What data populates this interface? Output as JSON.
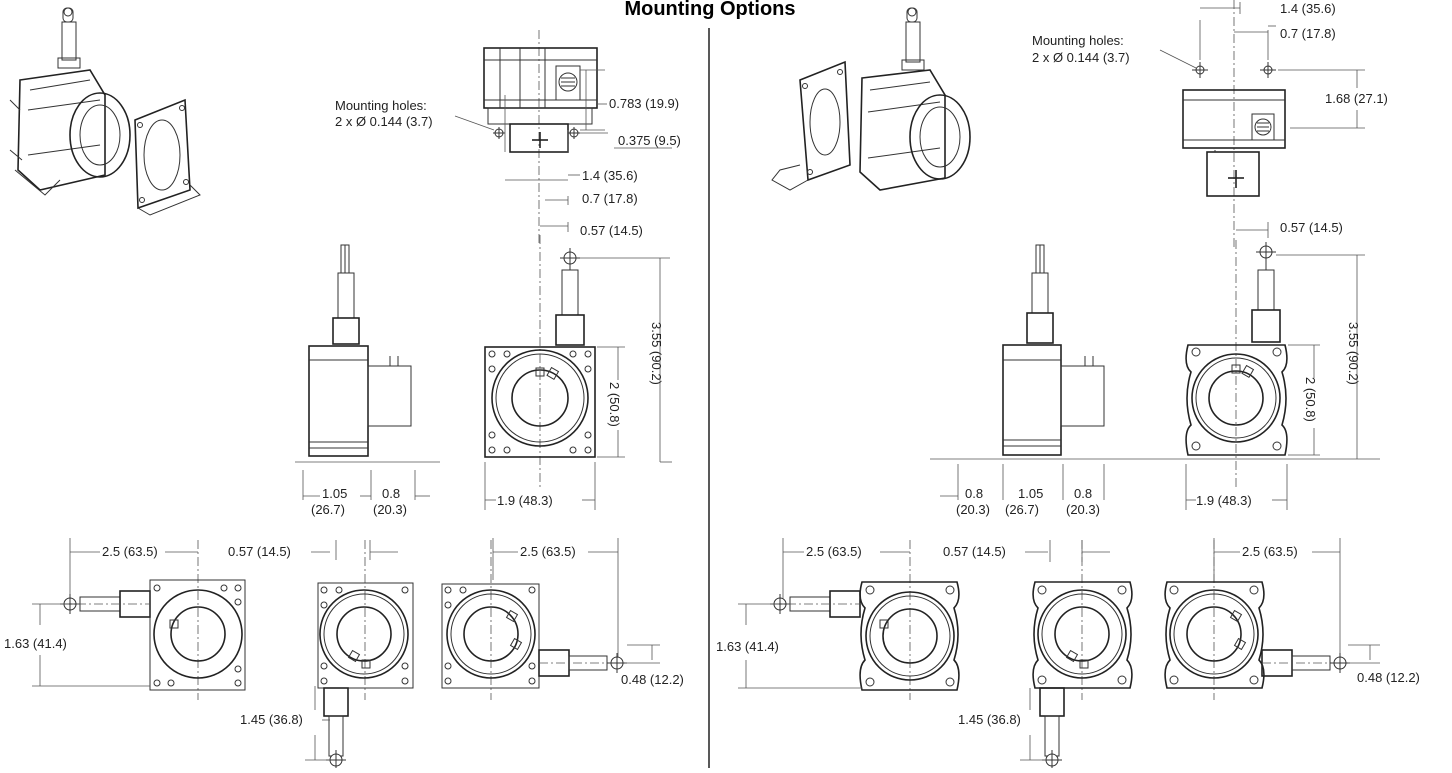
{
  "title": "Mounting Options",
  "mounting_holes_label_line1": "Mounting holes:",
  "mounting_holes_label_line2": "2 x Ø 0.144 (3.7)",
  "left_panel": {
    "dim_0783": "0.783 (19.9)",
    "dim_0375": "0.375 (9.5)",
    "dim_14": "1.4 (35.6)",
    "dim_07": "0.7 (17.8)",
    "dim_057": "0.57 (14.5)",
    "dim_355": "3.55 (90.2)",
    "dim_2": "2 (50.8)",
    "dim_105_a": "1.05",
    "dim_105_b": "(26.7)",
    "dim_08_a": "0.8",
    "dim_08_b": "(20.3)",
    "dim_19": "1.9 (48.3)",
    "dim_25_left": "2.5 (63.5)",
    "dim_057_bottom": "0.57 (14.5)",
    "dim_25_right": "2.5 (63.5)",
    "dim_163": "1.63 (41.4)",
    "dim_145": "1.45 (36.8)",
    "dim_048": "0.48 (12.2)"
  },
  "right_panel": {
    "dim_14": "1.4 (35.6)",
    "dim_07": "0.7 (17.8)",
    "dim_168": "1.68 (27.1)",
    "dim_057": "0.57 (14.5)",
    "dim_355": "3.55 (90.2)",
    "dim_2": "2 (50.8)",
    "dim_08l_a": "0.8",
    "dim_08l_b": "(20.3)",
    "dim_105_a": "1.05",
    "dim_105_b": "(26.7)",
    "dim_08r_a": "0.8",
    "dim_08r_b": "(20.3)",
    "dim_19": "1.9 (48.3)",
    "dim_25_left": "2.5 (63.5)",
    "dim_057_bottom": "0.57 (14.5)",
    "dim_25_right": "2.5 (63.5)",
    "dim_163": "1.63 (41.4)",
    "dim_145": "1.45 (36.8)",
    "dim_048": "0.48 (12.2)"
  }
}
